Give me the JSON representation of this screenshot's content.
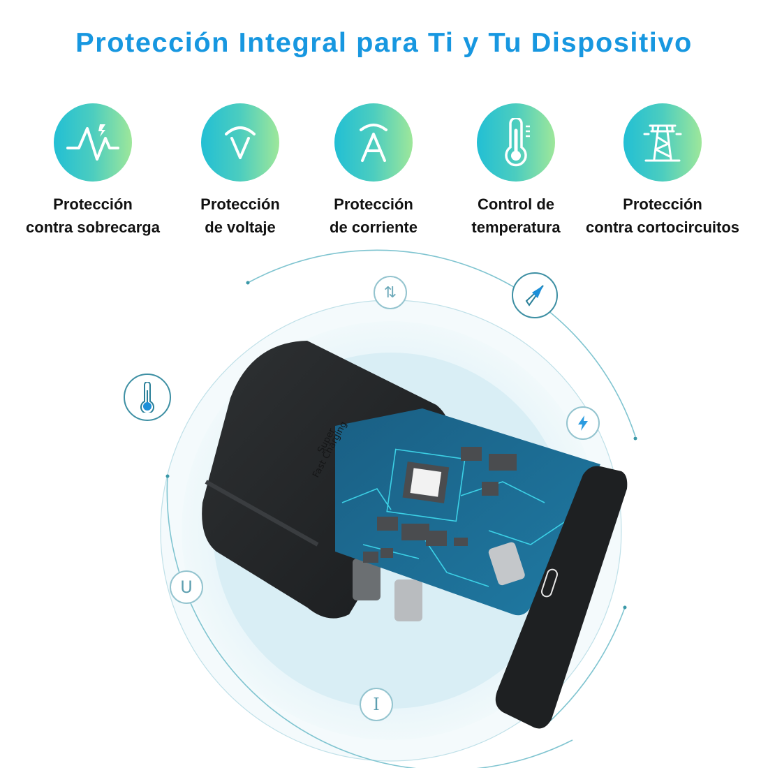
{
  "header": {
    "title": "Protección Integral para Ti y Tu Dispositivo",
    "title_color": "#1797e0"
  },
  "features": [
    {
      "icon": "overload-pulse-icon",
      "line1": "Protección",
      "line2": "contra sobrecarga"
    },
    {
      "icon": "voltage-icon",
      "line1": "Protección",
      "line2": "de voltaje"
    },
    {
      "icon": "current-icon",
      "line1": "Protección",
      "line2": "de corriente"
    },
    {
      "icon": "thermometer-icon",
      "line1": "Control de",
      "line2": "temperatura"
    },
    {
      "icon": "power-tower-icon",
      "line1": "Protección",
      "line2": "contra cortocircuitos"
    }
  ],
  "product": {
    "charger_text_line1": "Super",
    "charger_text_line2": "Fast Charging"
  },
  "orbit_icons": [
    {
      "name": "transfer-arrows-icon",
      "glyph": "⇅"
    },
    {
      "name": "compass-icon",
      "glyph": ""
    },
    {
      "name": "thermometer-small-icon",
      "glyph": ""
    },
    {
      "name": "lightning-icon",
      "glyph": ""
    },
    {
      "name": "voltage-u-icon",
      "glyph": "U"
    },
    {
      "name": "current-i-icon",
      "glyph": "I"
    }
  ],
  "colors": {
    "gradient_start": "#22bfd4",
    "gradient_end": "#9ee79a",
    "orbit_line": "#7fc4d0",
    "pcb_blue": "#1d6f94",
    "charger_black": "#222426"
  }
}
